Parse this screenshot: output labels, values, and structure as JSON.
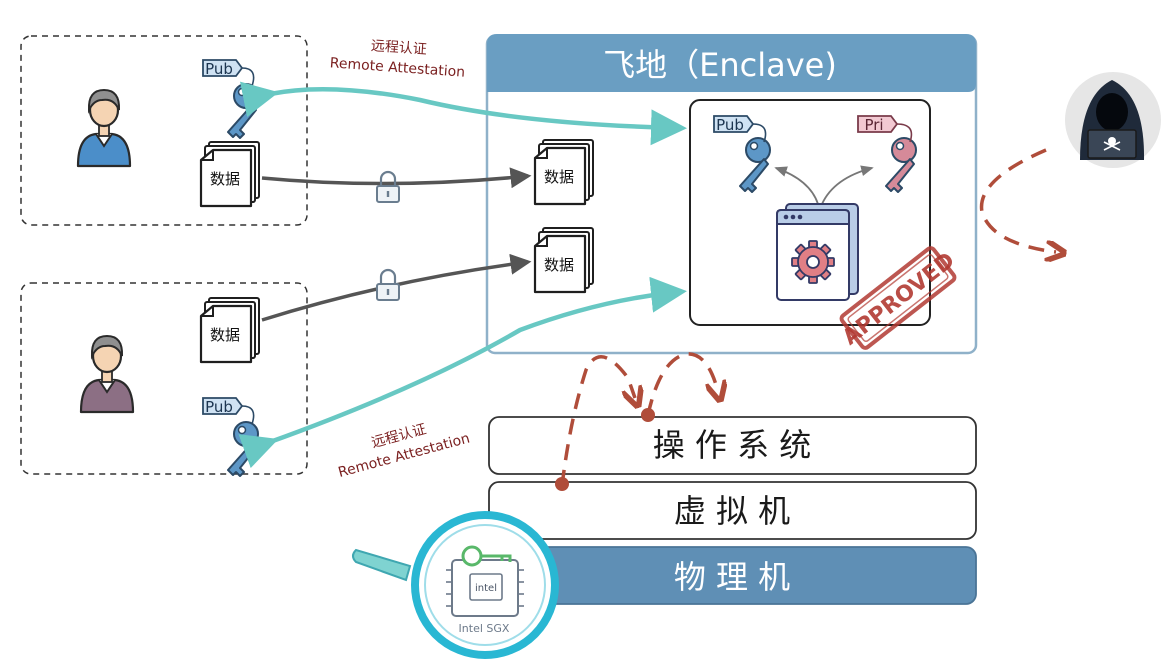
{
  "enclave": {
    "title": "飞地（Enclave)"
  },
  "attestation": {
    "zh": "远程认证",
    "en": "Remote Attestation"
  },
  "labels": {
    "pub": "Pub",
    "pri": "Pri",
    "data": "数据",
    "approved": "APPROVED",
    "sgx": "Intel SGX",
    "intel": "intel"
  },
  "layers": {
    "os": "操 作 系 统",
    "vm": "虚 拟 机",
    "physical": "物 理 机"
  },
  "colors": {
    "enclave_header": "#6a9ec2",
    "enclave_border": "#8fb1c9",
    "physical_bg": "#5f8fb5",
    "teal": "#68c8c3",
    "attack": "#b04d3a",
    "key_blue": "#5d97c7",
    "key_pink": "#d58a99",
    "user_blue": "#4b8ec9",
    "user_purple": "#8c6f84",
    "stamp": "#b23a32",
    "gear": "#e07f85"
  },
  "icons": [
    "person-icon",
    "key-icon",
    "document-stack-icon",
    "padlock-icon",
    "gear-window-icon",
    "hacker-icon",
    "magnifier-icon",
    "chip-icon"
  ]
}
